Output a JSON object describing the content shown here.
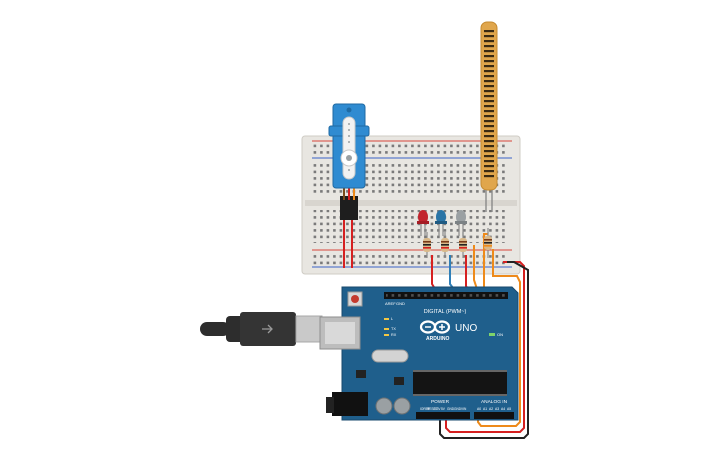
{
  "colors": {
    "breadboard": "#e8e6e1",
    "breadboard_rail_red": "#d9453a",
    "breadboard_rail_blue": "#3a63c6",
    "arduino_board": "#1f5f8c",
    "arduino_dark": "#18496d",
    "servo_body": "#2f8bd1",
    "flex_sensor": "#e0a64c",
    "wire_red": "#d62020",
    "wire_orange": "#ee8a1a",
    "wire_black": "#222222",
    "wire_blue": "#2f7fb8",
    "led_red": "#c2252e",
    "led_blue": "#2a74a6",
    "led_gray": "#9aa0a3",
    "usb_cable": "#2d2d2d"
  },
  "components": {
    "arduino": {
      "logo_text": "ARDUINO",
      "model_text": "UNO",
      "digital_header_label": "DIGITAL (PWM~)",
      "power_header_label": "POWER",
      "analog_header_label": "ANALOG IN",
      "aref_label": "AREF",
      "gnd_label": "GND",
      "tx_label": "TX",
      "rx_label": "RX",
      "l_label": "L",
      "on_label": "ON",
      "power_pins": [
        "IOREF",
        "RESET",
        "3.3V",
        "5V",
        "GND",
        "GND",
        "VIN"
      ],
      "analog_pins": [
        "A0",
        "A1",
        "A2",
        "A3",
        "A4",
        "A5"
      ]
    },
    "leds": [
      {
        "name": "red-led",
        "color": "#c2252e"
      },
      {
        "name": "blue-led",
        "color": "#2a74a6"
      },
      {
        "name": "gray-led",
        "color": "#9aa0a3"
      }
    ],
    "resistor_count": 4,
    "servo": {
      "present": true
    },
    "flex_sensor": {
      "present": true
    },
    "usb_cable": {
      "present": true
    }
  }
}
